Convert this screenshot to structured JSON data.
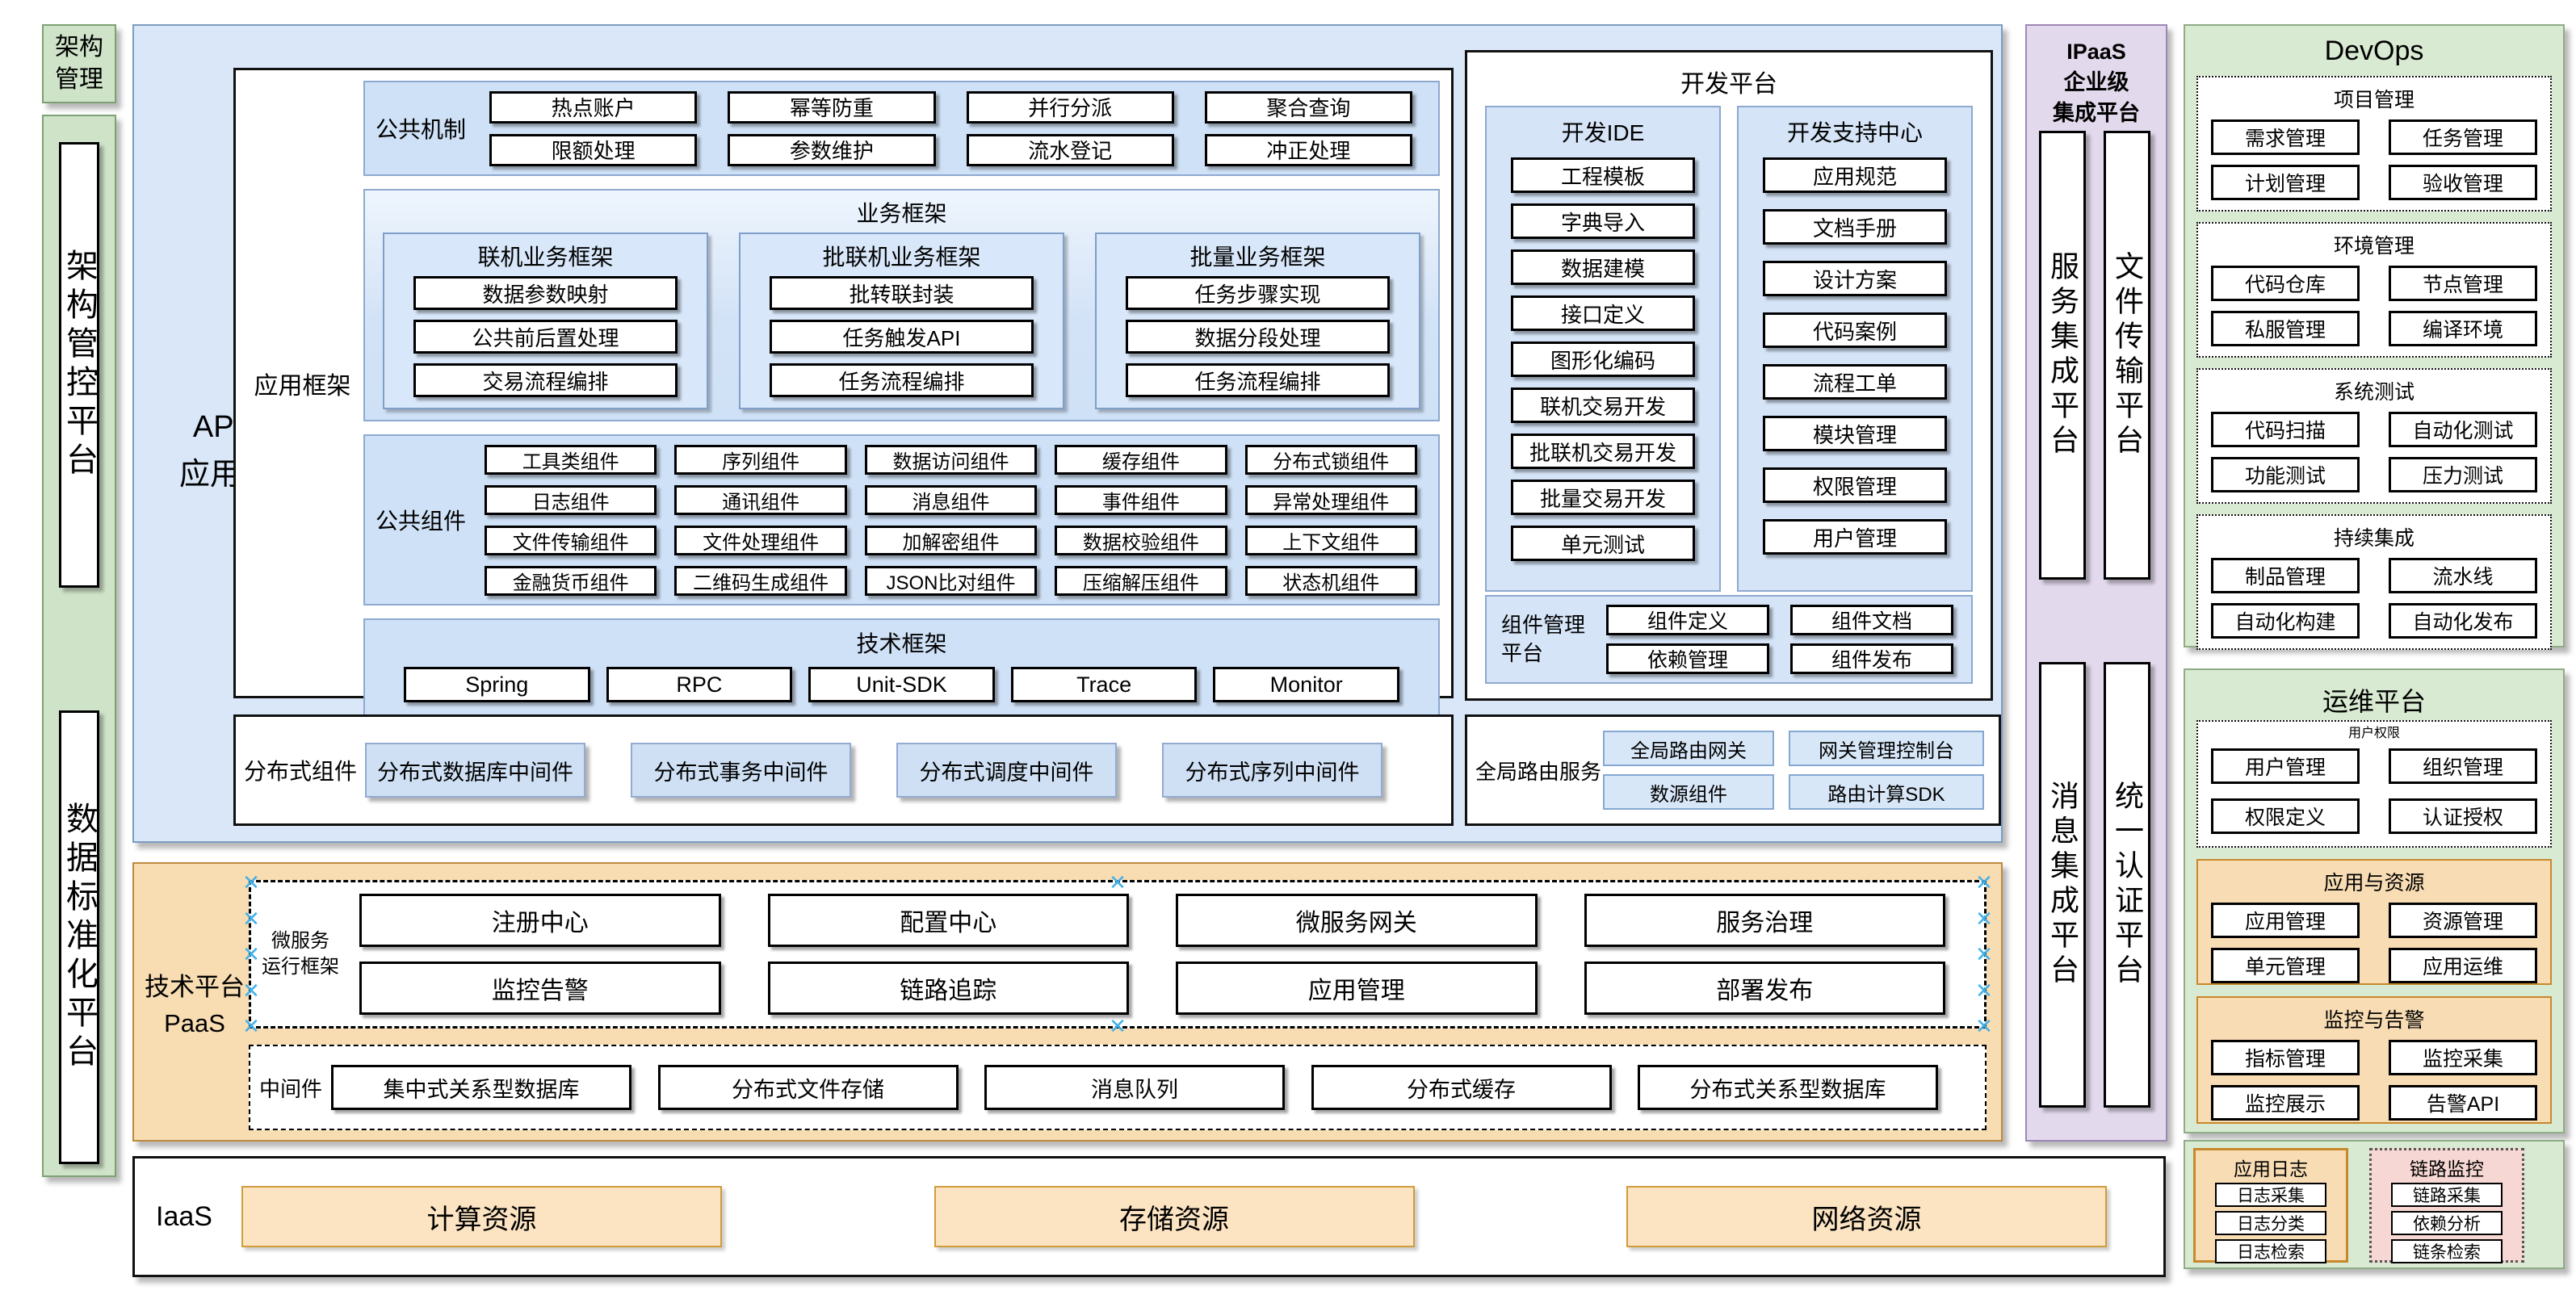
{
  "colors": {
    "blue_panel": "#d9e7f8",
    "blue_inner": "#cfe1f6",
    "orange_panel": "#f8dcb2",
    "green_panel": "#d9ead2",
    "purple_panel": "#e3d9ec",
    "pink_box": "#f6d7d3",
    "handle_blue": "#41b1e9",
    "orange_border": "#c8882c"
  },
  "left_rail": {
    "label": "架构管理",
    "governance": "架构管控平台",
    "data_standard": "数据标准化平台"
  },
  "apaas": {
    "label_lines": [
      "APaaS",
      "应用平台"
    ],
    "app_framework": {
      "label": "应用框架",
      "common_mechanism": {
        "label": "公共机制",
        "items": [
          "热点账户",
          "幂等防重",
          "并行分派",
          "聚合查询",
          "限额处理",
          "参数维护",
          "流水登记",
          "冲正处理"
        ]
      },
      "business_framework": {
        "title": "业务框架",
        "groups": [
          {
            "title": "联机业务框架",
            "items": [
              "数据参数映射",
              "公共前后置处理",
              "交易流程编排"
            ]
          },
          {
            "title": "批联机业务框架",
            "items": [
              "批转联封装",
              "任务触发API",
              "任务流程编排"
            ]
          },
          {
            "title": "批量业务框架",
            "items": [
              "任务步骤实现",
              "数据分段处理",
              "任务流程编排"
            ]
          }
        ]
      },
      "common_components": {
        "label": "公共组件",
        "items": [
          "工具类组件",
          "序列组件",
          "数据访问组件",
          "缓存组件",
          "分布式锁组件",
          "日志组件",
          "通讯组件",
          "消息组件",
          "事件组件",
          "异常处理组件",
          "文件传输组件",
          "文件处理组件",
          "加解密组件",
          "数据校验组件",
          "上下文组件",
          "金融货币组件",
          "二维码生成组件",
          "JSON比对组件",
          "压缩解压组件",
          "状态机组件"
        ]
      },
      "tech_framework": {
        "title": "技术框架",
        "items": [
          "Spring",
          "RPC",
          "Unit-SDK",
          "Trace",
          "Monitor"
        ]
      }
    },
    "dev_platform": {
      "title": "开发平台",
      "ide": {
        "title": "开发IDE",
        "items": [
          "工程模板",
          "字典导入",
          "数据建模",
          "接口定义",
          "图形化编码",
          "联机交易开发",
          "批联机交易开发",
          "批量交易开发",
          "单元测试"
        ]
      },
      "support": {
        "title": "开发支持中心",
        "items": [
          "应用规范",
          "文档手册",
          "设计方案",
          "代码案例",
          "流程工单",
          "模块管理",
          "权限管理",
          "用户管理"
        ]
      },
      "component_mgmt": {
        "label": "组件管理平台",
        "items": [
          "组件定义",
          "组件文档",
          "依赖管理",
          "组件发布"
        ]
      }
    },
    "distributed": {
      "label": "分布式组件",
      "items": [
        "分布式数据库中间件",
        "分布式事务中间件",
        "分布式调度中间件",
        "分布式序列中间件"
      ]
    },
    "global_routing": {
      "label": "全局路由服务",
      "items": [
        "全局路由网关",
        "网关管理控制台",
        "数源组件",
        "路由计算SDK"
      ]
    }
  },
  "paas": {
    "label_lines": [
      "技术平台",
      "PaaS"
    ],
    "microservice": {
      "label_lines": [
        "微服务",
        "运行框架"
      ],
      "items": [
        "注册中心",
        "配置中心",
        "微服务网关",
        "服务治理",
        "监控告警",
        "链路追踪",
        "应用管理",
        "部署发布"
      ]
    },
    "middleware": {
      "label": "中间件",
      "items": [
        "集中式关系型数据库",
        "分布式文件存储",
        "消息队列",
        "分布式缓存",
        "分布式关系型数据库"
      ]
    }
  },
  "iaas": {
    "label": "IaaS",
    "items": [
      "计算资源",
      "存储资源",
      "网络资源"
    ]
  },
  "ipaas": {
    "title_lines": [
      "IPaaS",
      "企业级",
      "集成平台"
    ],
    "columns": [
      "服务集成平台",
      "文件传输平台",
      "消息集成平台",
      "统一认证平台"
    ]
  },
  "devops": {
    "title": "DevOps",
    "sections": [
      {
        "title": "项目管理",
        "items": [
          "需求管理",
          "任务管理",
          "计划管理",
          "验收管理"
        ]
      },
      {
        "title": "环境管理",
        "items": [
          "代码仓库",
          "节点管理",
          "私服管理",
          "编译环境"
        ]
      },
      {
        "title": "系统测试",
        "items": [
          "代码扫描",
          "自动化测试",
          "功能测试",
          "压力测试"
        ]
      },
      {
        "title": "持续集成",
        "items": [
          "制品管理",
          "流水线",
          "自动化构建",
          "自动化发布"
        ]
      }
    ]
  },
  "ops": {
    "title": "运维平台",
    "sections": [
      {
        "title": "用户权限",
        "items": [
          "用户管理",
          "组织管理",
          "权限定义",
          "认证授权"
        ]
      },
      {
        "title": "应用与资源",
        "items": [
          "应用管理",
          "资源管理",
          "单元管理",
          "应用运维"
        ]
      },
      {
        "title": "监控与告警",
        "items": [
          "指标管理",
          "监控采集",
          "监控展示",
          "告警API"
        ]
      }
    ]
  },
  "ops_bottom": {
    "app_log": {
      "title": "应用日志",
      "items": [
        "日志采集",
        "日志分类",
        "日志检索"
      ]
    },
    "trace_monitor": {
      "title": "链路监控",
      "items": [
        "链路采集",
        "依赖分析",
        "链条检索"
      ]
    }
  }
}
